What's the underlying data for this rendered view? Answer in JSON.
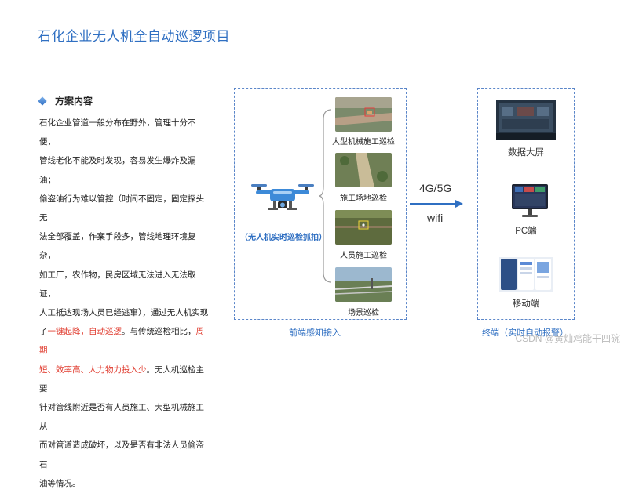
{
  "title": "石化企业无人机全自动巡逻项目",
  "section": {
    "heading": "方案内容",
    "lines": [
      [
        {
          "t": "石化企业管道一般分布在野外，管理十分不便，",
          "red": false
        }
      ],
      [
        {
          "t": "管线老化不能及时发现，容易发生爆炸及漏油；",
          "red": false
        }
      ],
      [
        {
          "t": "偷盗油行为难以管控（时间不固定，固定探头无",
          "red": false
        }
      ],
      [
        {
          "t": "法全部覆盖，作案手段多，管线地理环境复杂，",
          "red": false
        }
      ],
      [
        {
          "t": "如工厂，农作物，民房区域无法进入无法取证，",
          "red": false
        }
      ],
      [
        {
          "t": "人工抵达现场人员已经逃窜），通过无人机实现",
          "red": false
        }
      ],
      [
        {
          "t": "了",
          "red": false
        },
        {
          "t": "一键起降，自动巡逻",
          "red": true
        },
        {
          "t": "。与传统巡检相比，",
          "red": false
        },
        {
          "t": "周期",
          "red": true
        }
      ],
      [
        {
          "t": "短、效率高、人力物力投入少",
          "red": true
        },
        {
          "t": "。无人机巡检主要",
          "red": false
        }
      ],
      [
        {
          "t": "针对管线附近是否有人员施工、大型机械施工从",
          "red": false
        }
      ],
      [
        {
          "t": "而对管道造成破坏，以及是否有非法人员偷盗石",
          "red": false
        }
      ],
      [
        {
          "t": "油等情况。",
          "red": false
        }
      ]
    ]
  },
  "drone_caption": "（无人机实时巡检抓拍）",
  "inspections": [
    {
      "label": "大型机械施工巡检"
    },
    {
      "label": "施工场地巡检"
    },
    {
      "label": "人员施工巡检"
    },
    {
      "label": "场景巡检"
    }
  ],
  "front_end_label": "前端感知接入",
  "transport": {
    "network": "4G/5G",
    "wifi": "wifi"
  },
  "terminals": [
    {
      "label": "数据大屏"
    },
    {
      "label": "PC端"
    },
    {
      "label": "移动端"
    }
  ],
  "terminal_frame_label": "终端（实时自动报警）",
  "watermark": "CSDN @黄灿鸡能干四碗"
}
